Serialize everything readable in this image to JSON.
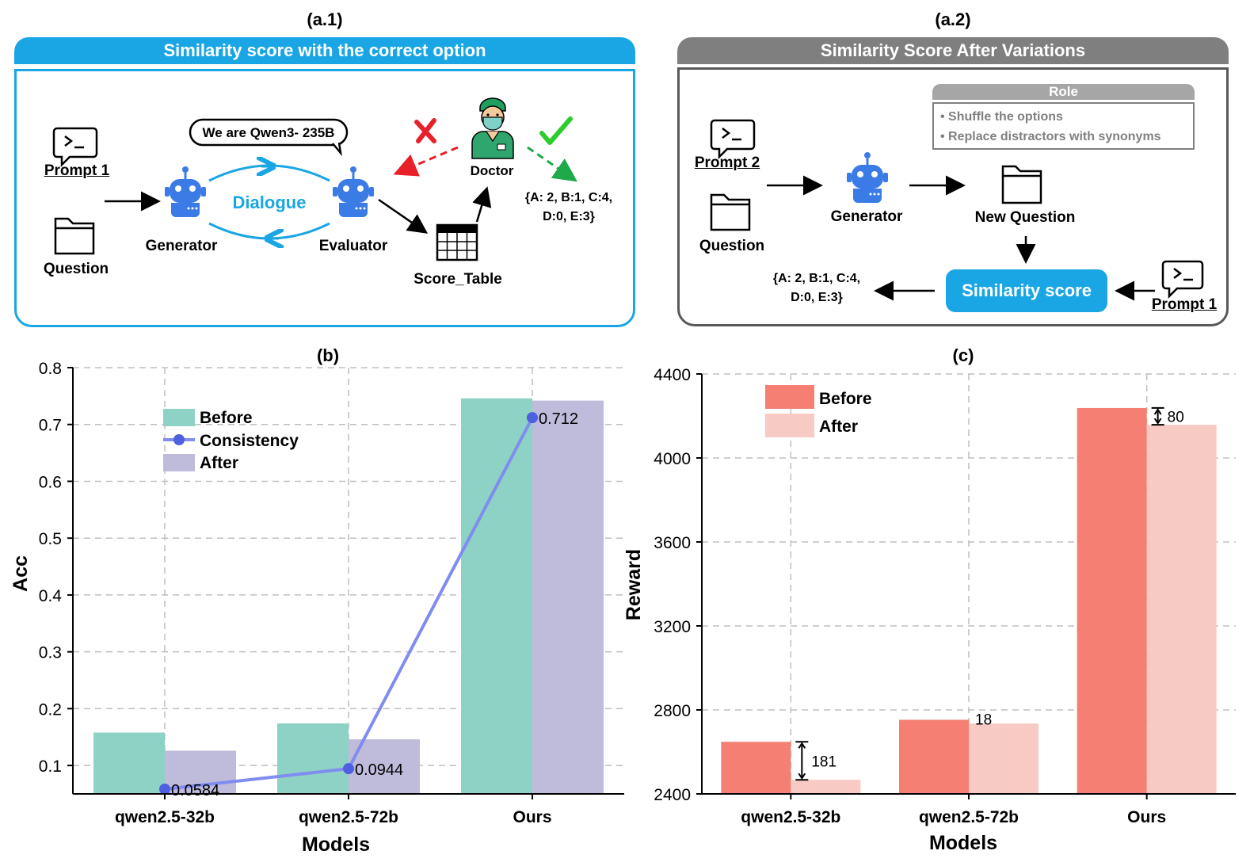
{
  "panel_a1": {
    "label": "(a.1)",
    "banner": "Similarity score with the correct option",
    "prompt_label": "Prompt 1",
    "question_label": "Question",
    "speech_bubble": "We are Qwen3- 235B",
    "dialogue_label": "Dialogue",
    "generator_label": "Generator",
    "evaluator_label": "Evaluator",
    "doctor_label": "Doctor",
    "score_table_label": "Score_Table",
    "score_line1": "{A: 2, B:1, C:4,",
    "score_line2": "D:0, E:3}",
    "colors": {
      "accent": "#1AA6E4"
    }
  },
  "panel_a2": {
    "label": "(a.2)",
    "banner": "Similarity Score After Variations",
    "role_title": "Role",
    "role_items": [
      "Shuffle the options",
      "Replace distractors with synonyms"
    ],
    "prompt2_label": "Prompt 2",
    "question_label": "Question",
    "generator_label": "Generator",
    "new_question_label": "New Question",
    "similarity_button": "Similarity score",
    "prompt1_label": "Prompt 1",
    "score_line1": "{A: 2, B:1, C:4,",
    "score_line2": "D:0, E:3}",
    "colors": {
      "banner": "#7F7F7F",
      "button": "#1AA6E4"
    }
  },
  "chart_data": [
    {
      "id": "b",
      "type": "bar",
      "title": "(b)",
      "xlabel": "Models",
      "ylabel": "Acc",
      "categories": [
        "qwen2.5-32b",
        "qwen2.5-72b",
        "Ours"
      ],
      "ylim": [
        0.05,
        0.8
      ],
      "yticks": [
        "0.1",
        "0.2",
        "0.3",
        "0.4",
        "0.5",
        "0.6",
        "0.7",
        "0.8"
      ],
      "series": [
        {
          "name": "Before",
          "values": [
            0.158,
            0.174,
            0.746
          ],
          "color": "#8ED2C5"
        },
        {
          "name": "After",
          "values": [
            0.126,
            0.146,
            0.742
          ],
          "color": "#BFBBDB"
        }
      ],
      "line": {
        "name": "Consistency",
        "values": [
          0.0584,
          0.0944,
          0.712
        ],
        "labels": [
          "0.0584",
          "0.0944",
          "0.712"
        ],
        "color": "#7F8CF0"
      },
      "legend": "top-left",
      "grid": true
    },
    {
      "id": "c",
      "type": "bar",
      "title": "(c)",
      "xlabel": "Models",
      "ylabel": "Reward",
      "categories": [
        "qwen2.5-32b",
        "qwen2.5-72b",
        "Ours"
      ],
      "ylim": [
        2400,
        4400
      ],
      "yticks": [
        "2400",
        "2800",
        "3200",
        "3600",
        "4000",
        "4400"
      ],
      "series": [
        {
          "name": "Before",
          "values": [
            2648,
            2753,
            4238
          ],
          "color": "#F47F72"
        },
        {
          "name": "After",
          "values": [
            2467,
            2735,
            4158
          ],
          "color": "#F8CAC4"
        }
      ],
      "diff_labels": [
        "181",
        "18",
        "80"
      ],
      "legend": "top-left",
      "grid": true
    }
  ]
}
